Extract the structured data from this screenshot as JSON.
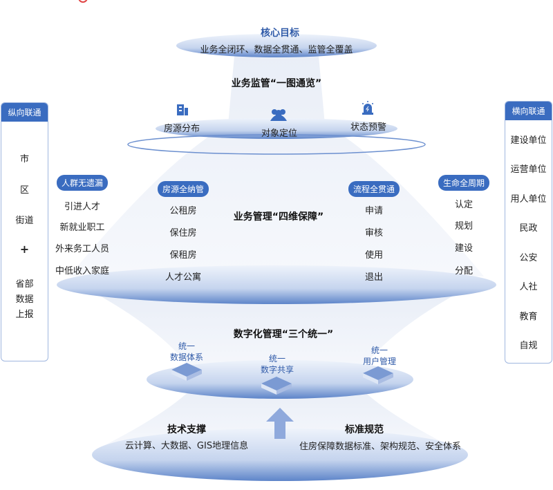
{
  "core": {
    "title": "核心目标",
    "subtitle": "业务全闭环、数据全贯通、监管全覆盖"
  },
  "layer1": {
    "title": "业务监管“一图通览”",
    "items": [
      {
        "label": "房源分布",
        "icon": "building-icon"
      },
      {
        "label": "对象定位",
        "icon": "people-icon"
      },
      {
        "label": "状态预警",
        "icon": "alarm-icon"
      }
    ]
  },
  "layer2": {
    "title": "业务管理“四维保障”",
    "groups": [
      {
        "badge": "人群无遗漏",
        "items": [
          "引进人才",
          "新就业职工",
          "外来务工人员",
          "中低收入家庭"
        ]
      },
      {
        "badge": "房源全纳管",
        "items": [
          "公租房",
          "保住房",
          "保租房",
          "人才公寓"
        ]
      },
      {
        "badge": "流程全贯通",
        "items": [
          "申请",
          "审核",
          "使用",
          "退出"
        ]
      },
      {
        "badge": "生命全周期",
        "items": [
          "认定",
          "规划",
          "建设",
          "分配"
        ]
      }
    ]
  },
  "layer3": {
    "title": "数字化管理“三个统一”",
    "items": [
      {
        "top": "统一",
        "bottom": "数据体系"
      },
      {
        "top": "统一",
        "bottom": "数字共享"
      },
      {
        "top": "统一",
        "bottom": "用户管理"
      }
    ]
  },
  "base": {
    "left_title": "技术支撑",
    "left_text": "云计算、大数据、GIS地理信息",
    "right_title": "标准规范",
    "right_text": "住房保障数据标准、架构规范、安全体系"
  },
  "left_panel": {
    "header": "纵向联通",
    "items": [
      "市",
      "区",
      "街道",
      "+",
      "省部",
      "数据",
      "上报"
    ]
  },
  "right_panel": {
    "header": "横向联通",
    "items": [
      "建设单位",
      "运营单位",
      "用人单位",
      "民政",
      "公安",
      "人社",
      "教育",
      "自规"
    ]
  },
  "colors": {
    "accent": "#3a6cc0"
  }
}
